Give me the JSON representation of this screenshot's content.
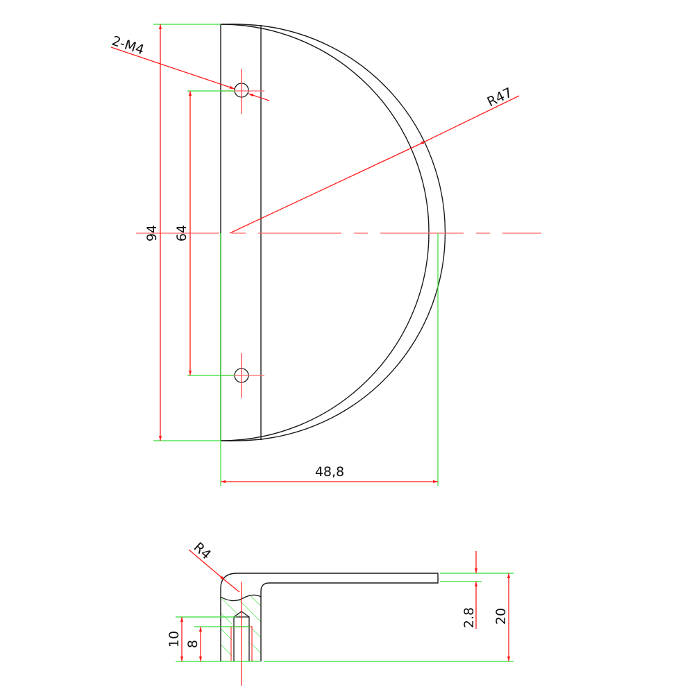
{
  "drawing": {
    "type": "technical-drawing",
    "colors": {
      "outline": "#1a1a1a",
      "dimension": "#ff1a1a",
      "extension": "#22dd22",
      "centerline": "#ff4d4d",
      "background": "#ffffff"
    },
    "top_view": {
      "labels": {
        "holes_callout": "2-M4",
        "radius": "R47",
        "overall_height": "94",
        "hole_spacing": "64",
        "width": "48,8"
      }
    },
    "side_view": {
      "labels": {
        "fillet_radius": "R4",
        "thread_depth": "10",
        "full_thread_depth": "8",
        "plate_thickness": "2.8",
        "overall_height": "20"
      }
    }
  }
}
